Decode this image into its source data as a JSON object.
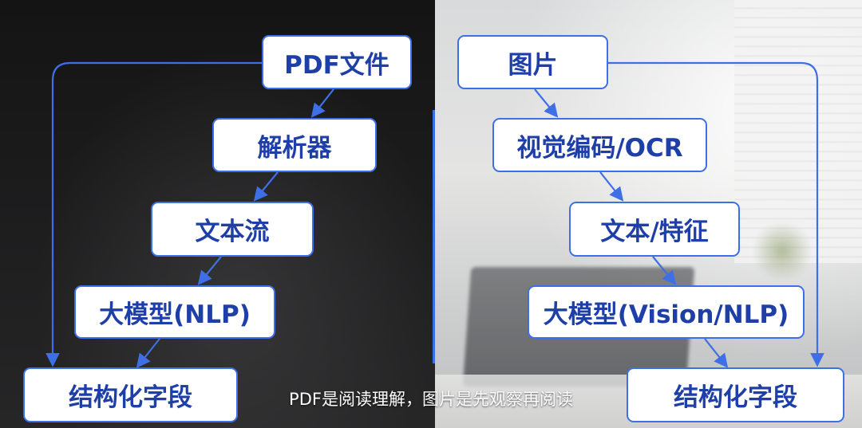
{
  "left_flow": {
    "pdf": "PDF文件",
    "parser": "解析器",
    "text_stream": "文本流",
    "llm": "大模型(NLP)",
    "output": "结构化字段"
  },
  "right_flow": {
    "image": "图片",
    "ocr": "视觉编码/OCR",
    "features": "文本/特征",
    "llm": "大模型(Vision/NLP)",
    "output": "结构化字段"
  },
  "caption": "PDF是阅读理解，图片是先观察再阅读",
  "colors": {
    "accent": "#3e6fe6",
    "box_text": "#1f3fa8",
    "box_fill": "#ffffff",
    "caption_text": "#ffffff"
  }
}
